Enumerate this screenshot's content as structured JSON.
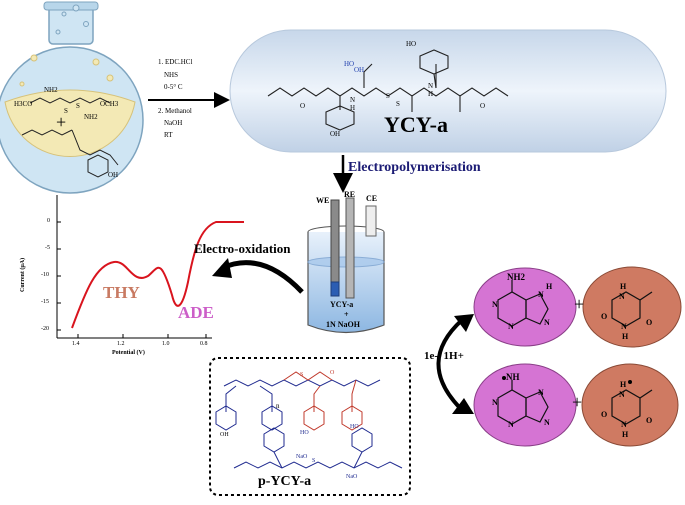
{
  "reaction": {
    "conditions": [
      "1. EDC.HCl",
      "NHS",
      "0-5° C",
      "2. Methanol",
      "NaOH",
      "RT"
    ]
  },
  "flask": {
    "labels": [
      "NH2",
      "H3CO",
      "S",
      "S",
      "NH2",
      "OCH3",
      "+",
      "OH"
    ]
  },
  "product": {
    "name": "YCY-a",
    "labels": [
      "HO",
      "OH",
      "HO",
      "OH",
      "S",
      "S",
      "N",
      "N",
      "H",
      "H",
      "O",
      "O"
    ]
  },
  "steps": {
    "electropolymerisation": "Electropolymerisation",
    "electro_oxidation": "Electro-oxidation",
    "electron_transfer": "1e-, 1H+"
  },
  "cell": {
    "electrodes": [
      "WE",
      "RE",
      "CE"
    ],
    "solution": [
      "YCY-a",
      "+",
      "1N NaOH"
    ]
  },
  "voltammogram": {
    "ylabel": "Current (μA)",
    "xlabel": "Potential (V)",
    "yticks": [
      "0",
      "-5",
      "-10",
      "-15",
      "-20"
    ],
    "xticks": [
      "1.4",
      "1.2",
      "1.0",
      "0.8"
    ],
    "peaks": [
      "THY",
      "ADE"
    ]
  },
  "polymer": {
    "name": "p-YCY-a",
    "labels": [
      "OH",
      "O",
      "NaO",
      "NaO",
      "HO",
      "HO",
      "n",
      "S",
      "S"
    ]
  },
  "molecules": {
    "adenine": [
      "NH2",
      "N",
      "N",
      "N",
      "N",
      "H"
    ],
    "thymine": [
      "H",
      "N",
      "O",
      "O",
      "N",
      "H"
    ],
    "adenine_radical": [
      "NH",
      "N",
      "N",
      "N",
      "N"
    ],
    "thymine_radical": [
      "H",
      "N",
      "O",
      "O",
      "N",
      "H"
    ],
    "plus": "+"
  },
  "colors": {
    "flask_glass": "#cfe5f3",
    "flask_liquid": "#f3e9b5",
    "capsule": "#dde8f4",
    "adenine_fill": "#d574d3",
    "thymine_fill": "#cf7a62",
    "thy_text": "#c87a62",
    "ade_text": "#cc5ec8",
    "title_blue": "#1c1c75",
    "polymer_red": "#c0392b",
    "polymer_blue": "#1f2a8f"
  }
}
